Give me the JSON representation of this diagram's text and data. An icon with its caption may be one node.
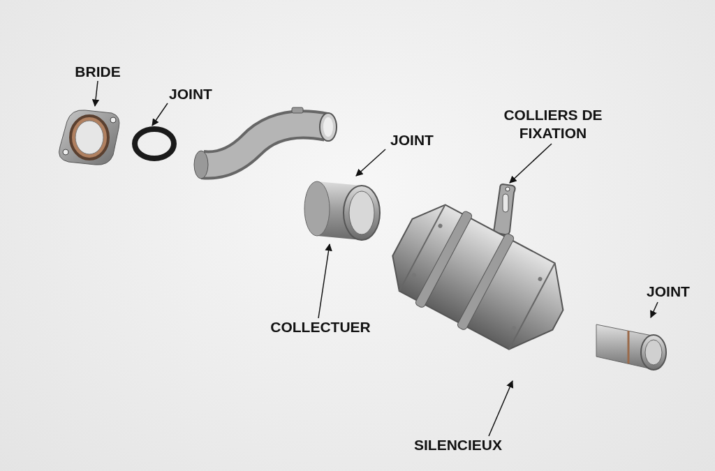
{
  "diagram": {
    "nodes": [
      {
        "text": [
          "BRIDE"
        ]
      },
      {
        "text": [],
        "shape": "picture"
      },
      {
        "text": [
          "JOINT"
        ]
      },
      {
        "text": [],
        "shape": "circle"
      },
      {
        "text": [
          "JOINT"
        ]
      },
      {
        "text": [],
        "shape": "picture"
      },
      {
        "text": [
          "COLLIERS DE FIXATION"
        ]
      },
      {
        "text": [],
        "shape": "picture"
      },
      {
        "text": [
          "COLLECTUER"
        ]
      },
      {
        "text": [
          "JOINT"
        ]
      },
      {
        "text": [],
        "shape": "picture"
      },
      {
        "text": [
          "SILENCIEUX"
        ]
      },
      {
        "text": [],
        "shape": "picture"
      }
    ],
    "edges": [
      {
        "from": 0,
        "to": 1,
        "arrow": "to"
      },
      {
        "from": 2,
        "to": 3,
        "arrow": "to"
      },
      {
        "from": 4,
        "to": 5,
        "arrow": "to"
      },
      {
        "from": 6,
        "to": 7,
        "arrow": "to"
      },
      {
        "from": 8,
        "to": 5,
        "arrow": "to"
      },
      {
        "from": 9,
        "to": 10,
        "arrow": "to"
      },
      {
        "from": 11,
        "to": 12,
        "arrow": "to"
      }
    ]
  }
}
